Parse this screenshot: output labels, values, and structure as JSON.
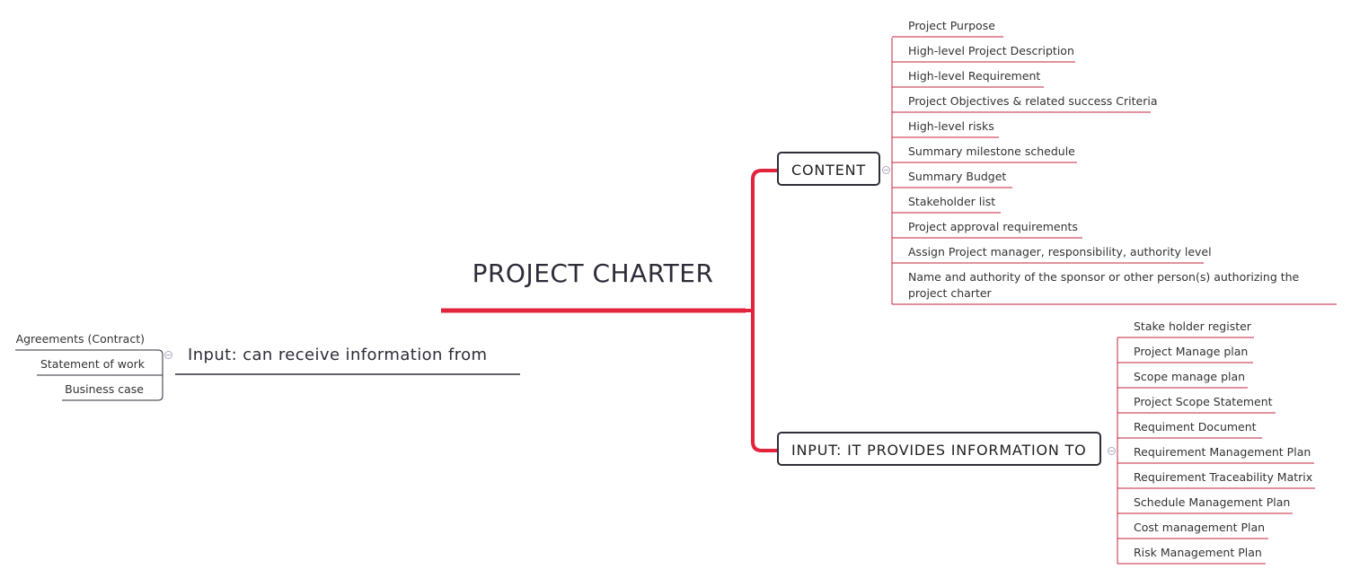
{
  "central": {
    "title": "PROJECT CHARTER"
  },
  "content_topic": {
    "title": "CONTENT",
    "items": [
      "Project Purpose",
      "High-level Project Description",
      "High-level Requirement",
      "Project Objectives & related success Criteria",
      "High-level risks",
      "Summary milestone schedule",
      "Summary Budget",
      "Stakeholder list",
      "Project approval requirements",
      "Assign Project manager, responsibility, authority level",
      "Name and authority of the sponsor or other person(s) authorizing the project charter"
    ]
  },
  "output_topic": {
    "title": "INPUT: IT PROVIDES INFORMATION TO",
    "items": [
      "Stake holder register",
      "Project Manage plan",
      "Scope manage plan",
      "Project Scope Statement",
      "Requiment Document",
      "Requirement Management Plan",
      "Requirement Traceability Matrix",
      "Schedule Management Plan",
      "Cost management Plan",
      "Risk Management Plan"
    ]
  },
  "input_topic": {
    "title": "Input: can receive information from",
    "items": [
      "Agreements (Contract)",
      "Statement of work",
      "Business case"
    ]
  },
  "colors": {
    "accent": "#e2233d",
    "branch_line": "#c3253c",
    "topic_border": "#2e2e3a",
    "collapse_icon": "#a9a9c4"
  }
}
